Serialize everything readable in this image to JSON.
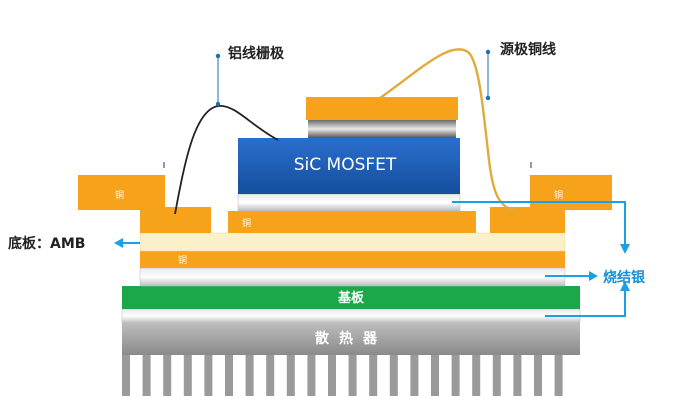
{
  "labels": {
    "al_wire": "铝线栅极",
    "cu_wire": "源极铜线",
    "chip": "SiC MOSFET",
    "copper": "铜",
    "substrate": "底板：AMB",
    "sintered_silver": "烧结银",
    "baseplate": "基板",
    "heatsink": "散热器"
  },
  "colors": {
    "copper": "#f7a21b",
    "chip_blue": "#1f5fb8",
    "arrow_blue": "#1aa0e6",
    "baseplate_green": "#1aa84a",
    "heatsink_gray": "#9a9a9a",
    "ceramic": "#fbf0c8",
    "wire_gold": "#e2aa3a",
    "wire_black": "#222222"
  }
}
